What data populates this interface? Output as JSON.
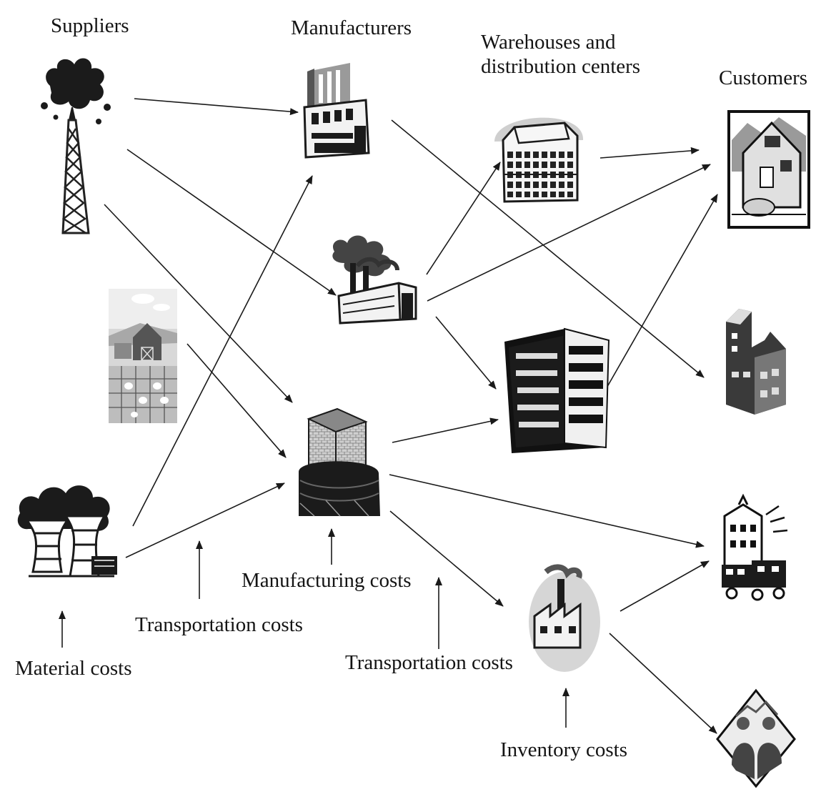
{
  "columns": {
    "suppliers": "Suppliers",
    "manufacturers": "Manufacturers",
    "warehouses_line1": "Warehouses and",
    "warehouses_line2": "distribution centers",
    "customers": "Customers"
  },
  "costs": {
    "material": "Material costs",
    "transportation_1": "Transportation costs",
    "manufacturing": "Manufacturing costs",
    "transportation_2": "Transportation costs",
    "inventory": "Inventory costs"
  },
  "icons": {
    "supplier_1": "oil-well-icon",
    "supplier_2": "farm-icon",
    "supplier_3": "power-plant-icon",
    "manufacturer_1": "factory-icon",
    "manufacturer_2": "smokestack-factory-icon",
    "manufacturer_3": "industrial-tower-icon",
    "warehouse_1": "warehouse-icon",
    "warehouse_2": "office-building-icon",
    "warehouse_3": "small-factory-icon",
    "customer_1": "house-icon",
    "customer_2": "city-building-icon",
    "customer_3": "town-street-icon",
    "customer_4": "people-icon"
  }
}
